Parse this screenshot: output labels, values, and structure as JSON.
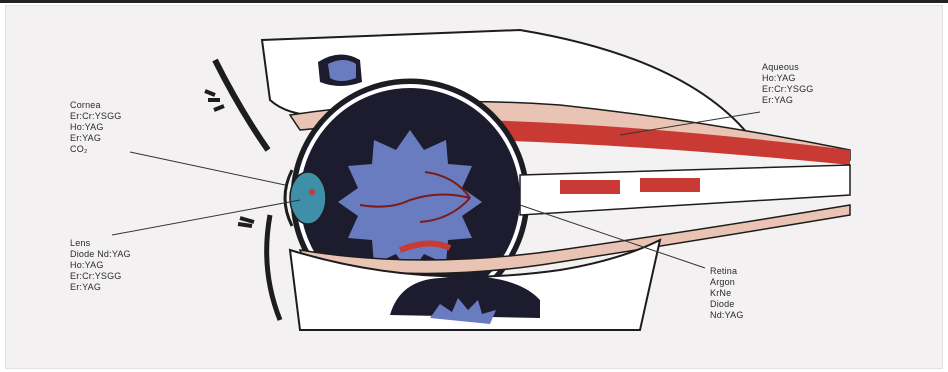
{
  "labels": {
    "cornea": {
      "title": "Cornea",
      "lines": [
        "Er:Cr:YSGG",
        "Ho:YAG",
        "Er:YAG",
        "CO₂"
      ]
    },
    "lens": {
      "title": "Lens",
      "lines": [
        "Diode Nd:YAG",
        "Ho:YAG",
        "Er:Cr:YSGG",
        "Er:YAG"
      ]
    },
    "aqueous": {
      "title": "Aqueous",
      "lines": [
        "Ho:YAG",
        "Er:Cr:YSGG",
        "Er:YAG"
      ]
    },
    "retina": {
      "title": "Retina",
      "lines": [
        "Argon",
        "KrNe",
        "Diode",
        "Nd:YAG"
      ]
    }
  },
  "colors": {
    "bone": "#ffffff",
    "tissue": "#e9c3b3",
    "muscle": "#c83a33",
    "vitreous": "#6a7cc0",
    "globe_dark": "#1c1c2e",
    "outline": "#1d1d1d"
  }
}
